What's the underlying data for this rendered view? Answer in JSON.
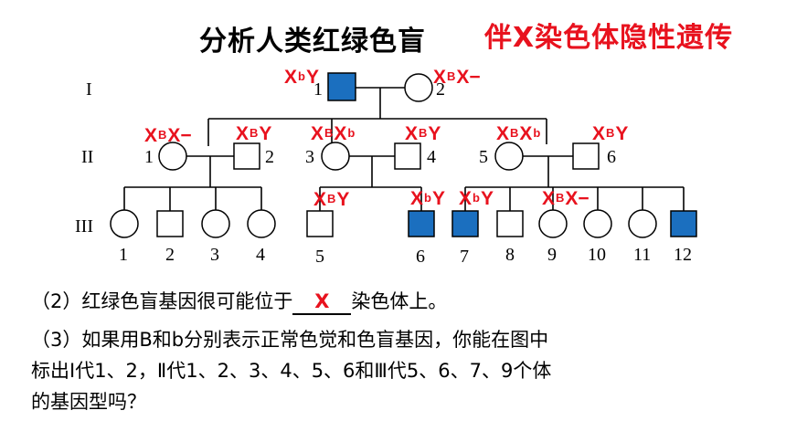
{
  "title": "分析人类红绿色盲",
  "subtitle": "伴X染色体隐性遗传",
  "generations": [
    "I",
    "II",
    "III"
  ],
  "individuals": {
    "I1": "1",
    "I2": "2",
    "II1": "1",
    "II2": "2",
    "II3": "3",
    "II4": "4",
    "II5": "5",
    "II6": "6",
    "III1": "1",
    "III2": "2",
    "III3": "3",
    "III4": "4",
    "III5": "5",
    "III6": "6",
    "III7": "7",
    "III8": "8",
    "III9": "9",
    "III10": "10",
    "III11": "11",
    "III12": "12"
  },
  "genotypes": {
    "I1": {
      "base": "X",
      "sup": "b",
      "tail": "Y"
    },
    "I2": {
      "base": "X",
      "sup": "B",
      "tail": "X−"
    },
    "II1": {
      "base": "X",
      "sup": "B",
      "tail": "X−"
    },
    "II2": {
      "base": "X",
      "sup": "B",
      "tail": "Y"
    },
    "II3": {
      "base": "X",
      "sup": "B",
      "tail": "X",
      "sup2": "b"
    },
    "II4": {
      "base": "X",
      "sup": "B",
      "tail": "Y"
    },
    "II5": {
      "base": "X",
      "sup": "B",
      "tail": "X",
      "sup2": "b"
    },
    "II6": {
      "base": "X",
      "sup": "B",
      "tail": "Y"
    },
    "III5": {
      "base": "X",
      "sup": "B",
      "tail": "Y"
    },
    "III6": {
      "base": "X",
      "sup": "b",
      "tail": "Y"
    },
    "III7": {
      "base": "X",
      "sup": "b",
      "tail": "Y"
    },
    "III9": {
      "base": "X",
      "sup": "B",
      "tail": "X−"
    }
  },
  "colors": {
    "affected": "#1b6fbf",
    "annotation": "#e8121e"
  },
  "questions": {
    "q2_prefix": "（2）红绿色盲基因很可能位于",
    "q2_answer": "X",
    "q2_suffix": "染色体上。",
    "q3_line1": "（3）如果用B和b分别表示正常色觉和色盲基因，你能在图中",
    "q3_line2": "标出Ⅰ代1、2，Ⅱ代1、2、3、4、5、6和Ⅲ代5、6、7、9个体",
    "q3_line3": "的基因型吗？"
  }
}
